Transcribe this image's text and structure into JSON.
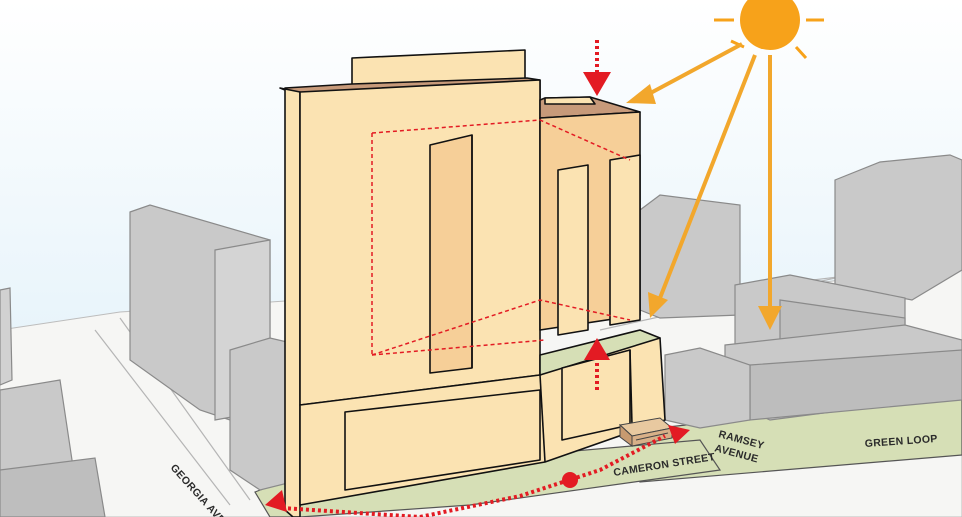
{
  "colors": {
    "sky_top": "#ffffff",
    "sky_bottom": "#dbeef8",
    "ground": "#f6f6f4",
    "green_strip": "#d6dfb6",
    "context_building": "#c9c9c9",
    "proposed_building": "#fbe3b2",
    "proposed_building_shade": "#f6cf98",
    "roof_brown": "#c79a7a",
    "sun": "#f7a21a",
    "sun_ray": "#f2a72c",
    "wind_arrow": "#e31b23",
    "outline": "#111111"
  },
  "streets": {
    "georgia": "GEORGIA AVE",
    "cameron": "CAMERON STREET",
    "ramsey_line1": "RAMSEY",
    "ramsey_line2": "AVENUE",
    "green_loop": "GREEN LOOP"
  },
  "icons": {
    "sun": "sun-icon",
    "sunlight": "sun-ray-arrow",
    "airflow": "air-movement-arrow",
    "pedestrian_path": "dotted-path-arrow"
  }
}
